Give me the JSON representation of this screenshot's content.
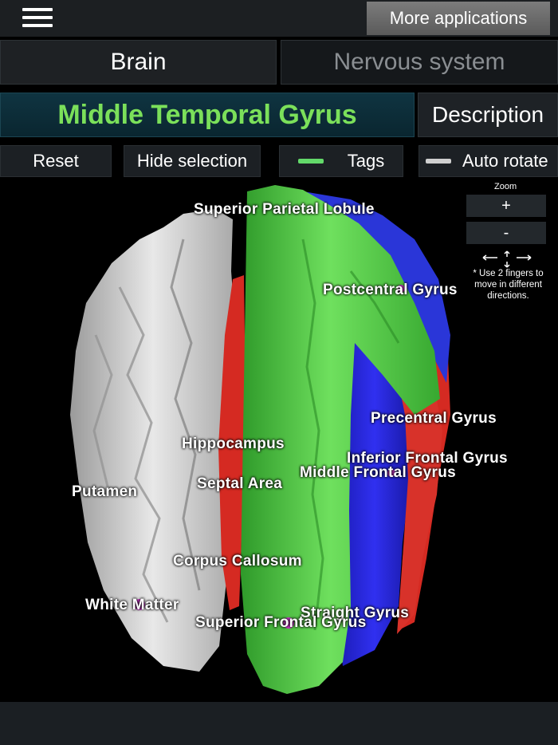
{
  "header": {
    "menu_icon": "hamburger-menu-icon",
    "more_apps_label": "More applications"
  },
  "tabs": [
    {
      "label": "Brain",
      "active": true
    },
    {
      "label": "Nervous system",
      "active": false
    }
  ],
  "selection": {
    "title": "Middle Temporal Gyrus",
    "description_label": "Description"
  },
  "toolbar": {
    "reset_label": "Reset",
    "hide_selection_label": "Hide selection",
    "tags_label": "Tags",
    "tags_color": "#63d96a",
    "auto_rotate_label": "Auto rotate",
    "auto_rotate_color": "#cfcfcf"
  },
  "zoom": {
    "label": "Zoom",
    "plus": "+",
    "minus": "-",
    "hint": "* Use 2 fingers to move in different directions."
  },
  "model_labels": {
    "superior_parietal_lobule": "Superior Parietal Lobule",
    "postcentral_gyrus": "Postcentral Gyrus",
    "precentral_gyrus": "Precentral Gyrus",
    "hippocampus": "Hippocampus",
    "inferior_frontal_gyrus": "Inferior Frontal Gyrus",
    "middle_frontal_gyrus": "Middle Frontal Gyrus",
    "septal_area": "Septal Area",
    "putamen": "Putamen",
    "corpus_callosum": "Corpus Callosum",
    "white_matter": "White Matter",
    "straight_gyrus": "Straight Gyrus",
    "superior_frontal_gyrus": "Superior Frontal Gyrus"
  },
  "colors": {
    "white_matter": "#c8c8c8",
    "green_region": "#45c93a",
    "blue_region": "#2323d8",
    "red_region": "#d52a22",
    "title_text": "#7be05a",
    "marker": "#d63bd6"
  }
}
